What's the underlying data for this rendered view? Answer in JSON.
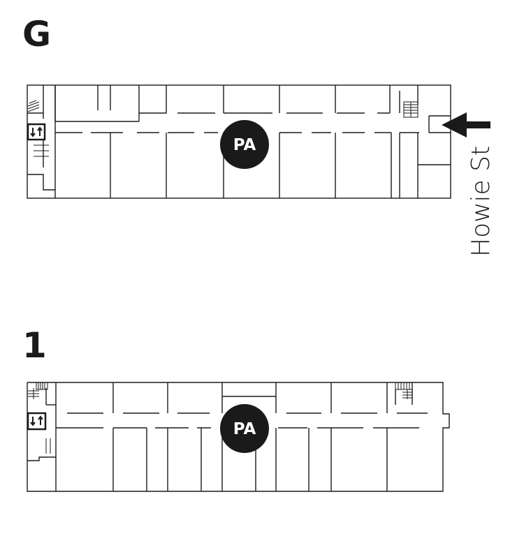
{
  "floors": [
    {
      "label": "G",
      "marker": "PA"
    },
    {
      "label": "1",
      "marker": "PA"
    }
  ],
  "entrance": {
    "street": "Howie St"
  },
  "icons": {
    "lift": "lift-icon",
    "stairs": "stairs-icon",
    "arrow": "entrance-arrow-icon"
  }
}
